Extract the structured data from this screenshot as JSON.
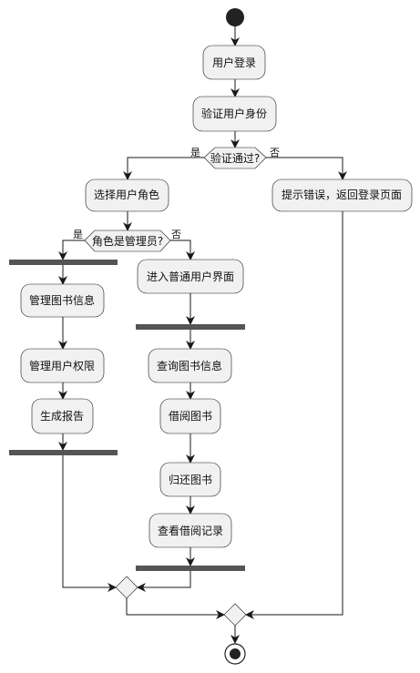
{
  "diagram": {
    "nodes": {
      "login": "用户登录",
      "verify": "验证用户身份",
      "select_role": "选择用户角色",
      "error": "提示错误，返回登录页面",
      "manage_books": "管理图书信息",
      "manage_perms": "管理用户权限",
      "report": "生成报告",
      "enter_ui": "进入普通用户界面",
      "query_books": "查询图书信息",
      "borrow": "借阅图书",
      "return_books": "归还图书",
      "history": "查看借阅记录"
    },
    "decisions": {
      "verify_ok": "验证通过?",
      "is_admin": "角色是管理员?"
    },
    "branch_labels": {
      "verify_yes": "是",
      "verify_no": "否",
      "admin_yes": "是",
      "admin_no": "否"
    }
  }
}
